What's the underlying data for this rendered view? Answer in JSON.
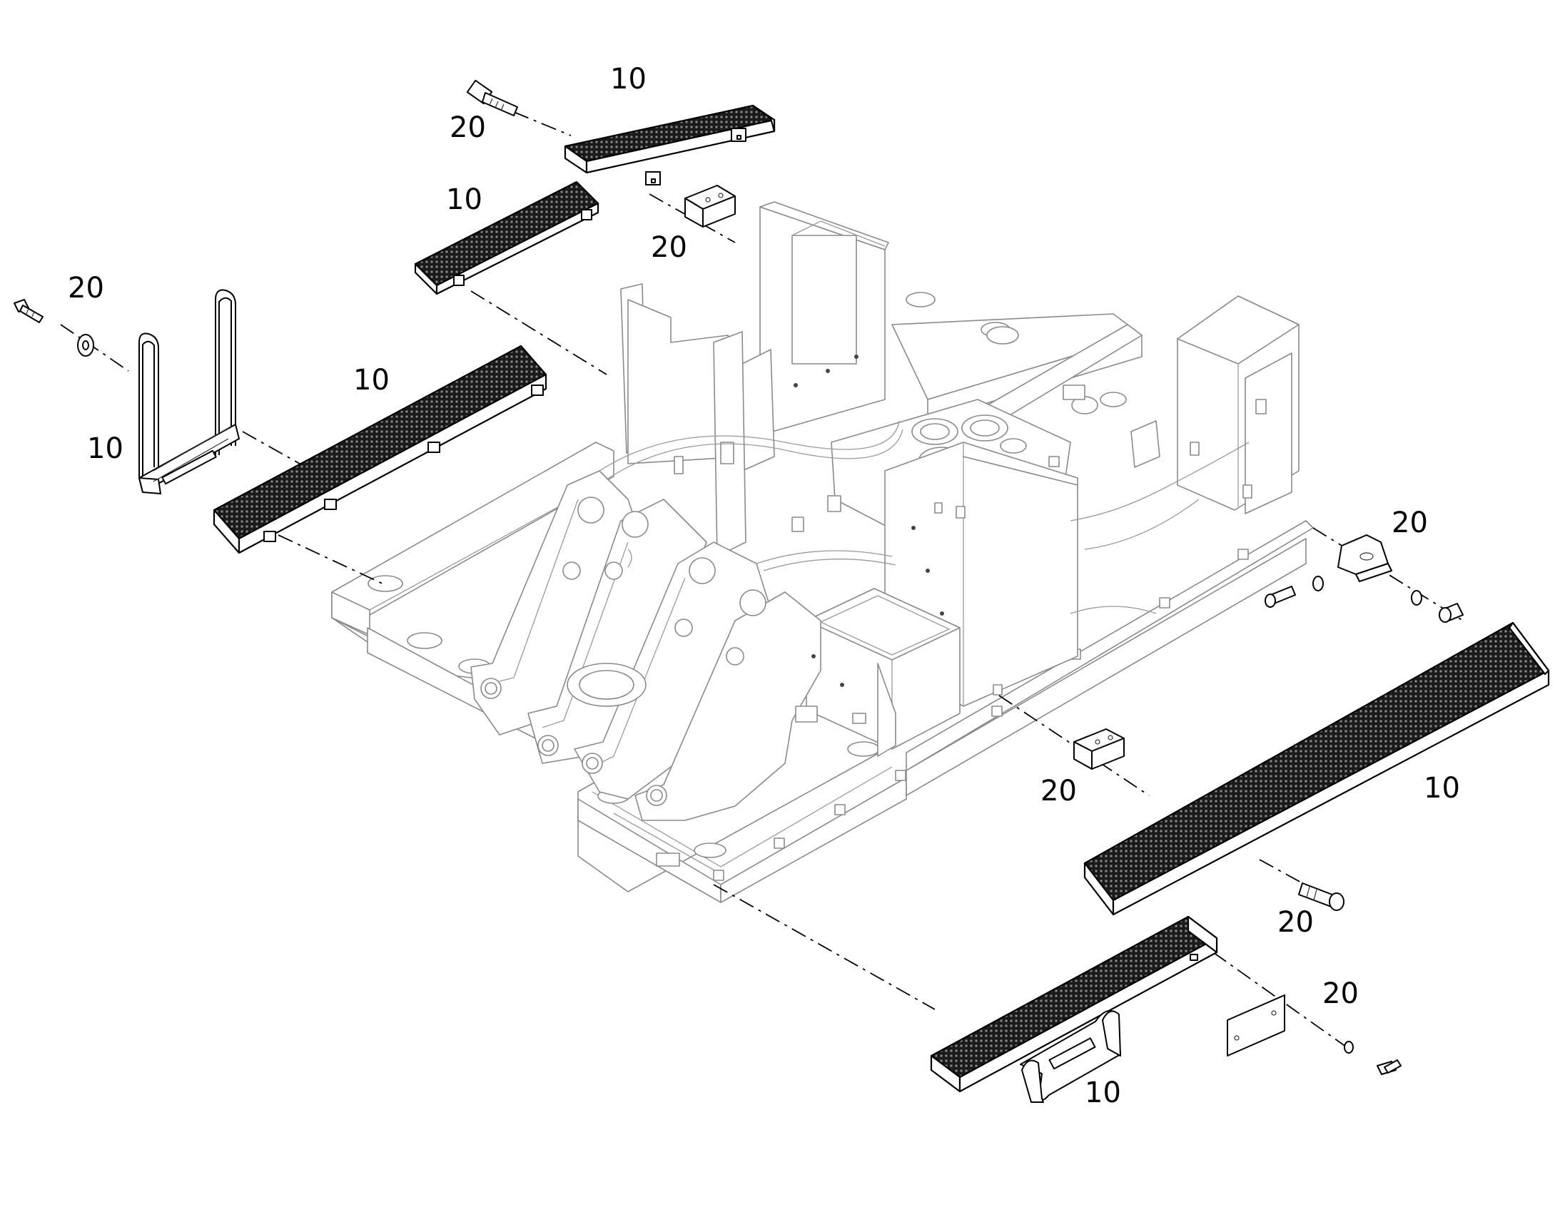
{
  "diagram": {
    "callouts": [
      {
        "id": "top-tread-10",
        "text": "10"
      },
      {
        "id": "top-bolt-20",
        "text": "20"
      },
      {
        "id": "mid-tread-10",
        "text": "10"
      },
      {
        "id": "top-block-20",
        "text": "20"
      },
      {
        "id": "left-bolt-20",
        "text": "20"
      },
      {
        "id": "long-left-tread-10",
        "text": "10"
      },
      {
        "id": "ladder-10",
        "text": "10"
      },
      {
        "id": "right-bracket-20",
        "text": "20"
      },
      {
        "id": "long-right-tread-10",
        "text": "10"
      },
      {
        "id": "center-block-20",
        "text": "20"
      },
      {
        "id": "right-bolt-20",
        "text": "20"
      },
      {
        "id": "cover-bolt-20",
        "text": "20"
      },
      {
        "id": "bottom-tread-10",
        "text": "10"
      }
    ]
  }
}
